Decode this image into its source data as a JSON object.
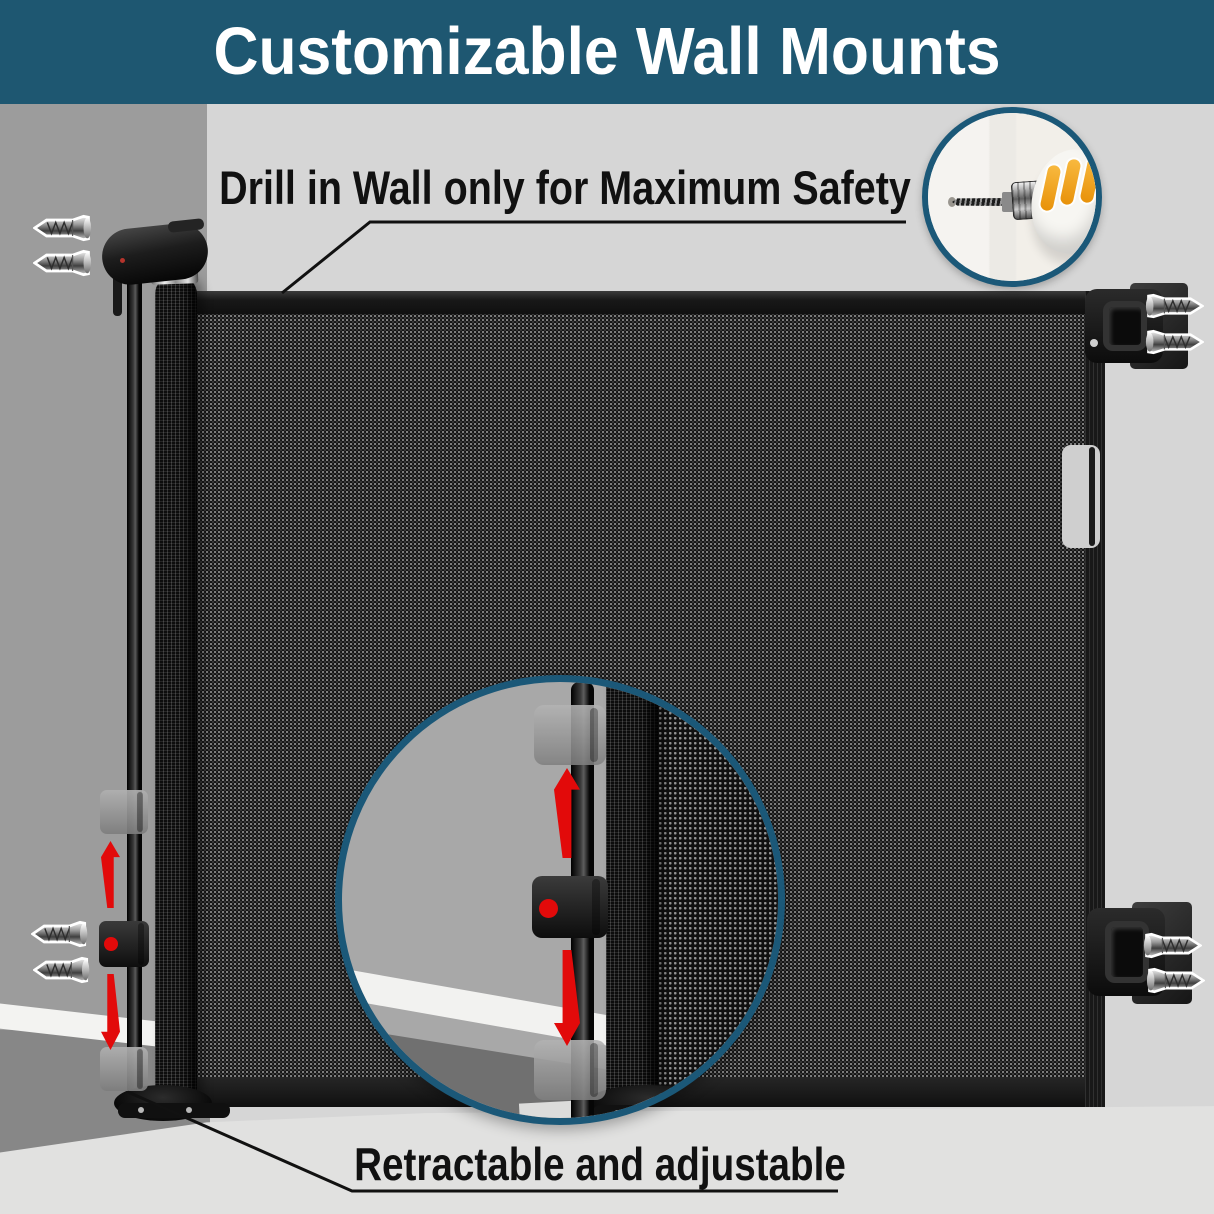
{
  "banner": {
    "title": "Customizable Wall Mounts"
  },
  "callouts": {
    "drill": "Drill in Wall only for Maximum Safety",
    "retract": "Retractable and adjustable"
  },
  "insets": {
    "drill_photo": "drill-in-wall-photo",
    "magnifier": "bracket-adjustment-zoom"
  },
  "colors": {
    "banner_bg": "#1e5771",
    "inset_border": "#1b5878",
    "arrow_red": "#e20a0a",
    "wall_left": "#9c9c9c",
    "wall_right": "#d6d6d6",
    "floor": "#e1e1e0",
    "glove_orange": "#f2a31c",
    "mesh_black": "#141414"
  },
  "icons": {
    "screw": "screw-icon",
    "arrow_up": "arrow-up-icon",
    "arrow_down": "arrow-down-icon",
    "red_dot": "red-dot-indicator"
  }
}
